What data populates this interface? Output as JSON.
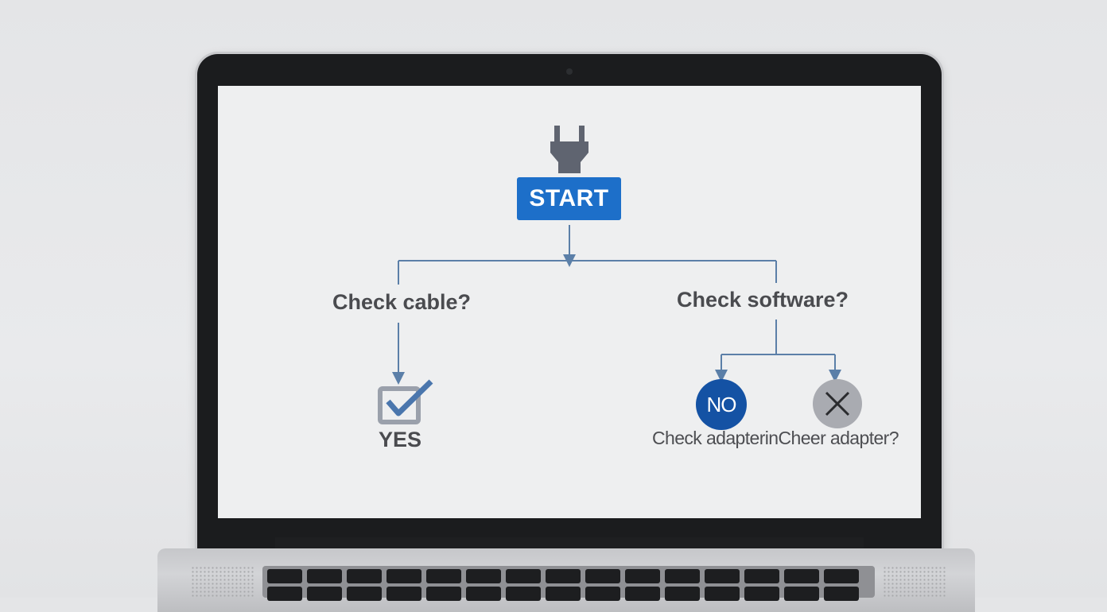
{
  "flowchart": {
    "start_label": "START",
    "left_question": "Check cable?",
    "right_question": "Check software?",
    "yes_label": "YES",
    "no_label": "NO",
    "adapter_label": "Check adapterinCheer adapter?"
  },
  "icons": {
    "top": "power-plug-icon",
    "yes": "checkbox-checked-icon",
    "x": "close-x-icon"
  },
  "colors": {
    "start_fill": "#1d6fc9",
    "no_fill": "#1452a4",
    "x_fill": "#a9abb1",
    "connector": "#5b7fa8",
    "text": "#4a4b4f"
  }
}
